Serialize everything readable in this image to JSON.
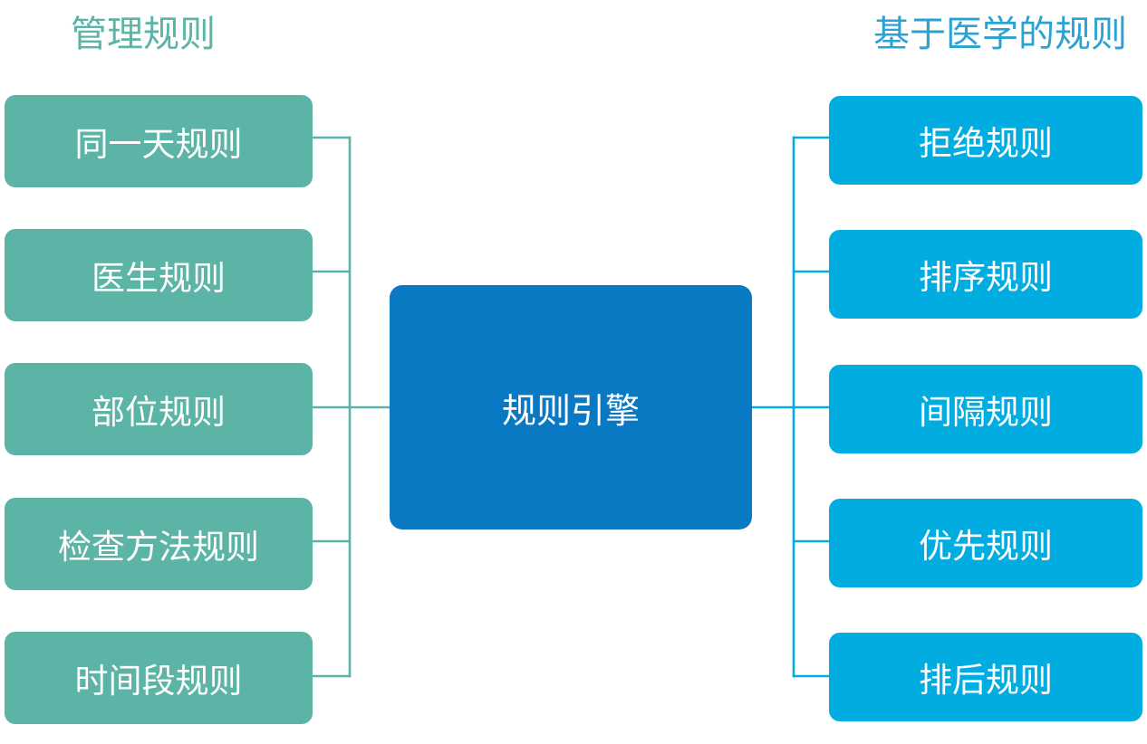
{
  "diagram": {
    "type": "mind-map",
    "center": {
      "label": "规则引擎",
      "color": "#0a79c4"
    },
    "columns": [
      {
        "id": "admin",
        "title": "管理规则",
        "color": "#5bb4a6",
        "side": "left",
        "nodes": [
          {
            "label": "同一天规则"
          },
          {
            "label": "医生规则"
          },
          {
            "label": "部位规则"
          },
          {
            "label": "检查方法规则"
          },
          {
            "label": "时间段规则"
          }
        ]
      },
      {
        "id": "medical",
        "title": "基于医学的规则",
        "color": "#00ace0",
        "side": "right",
        "nodes": [
          {
            "label": "拒绝规则"
          },
          {
            "label": "排序规则"
          },
          {
            "label": "间隔规则"
          },
          {
            "label": "优先规则"
          },
          {
            "label": "排后规则"
          }
        ]
      }
    ],
    "background": "#ffffff"
  }
}
